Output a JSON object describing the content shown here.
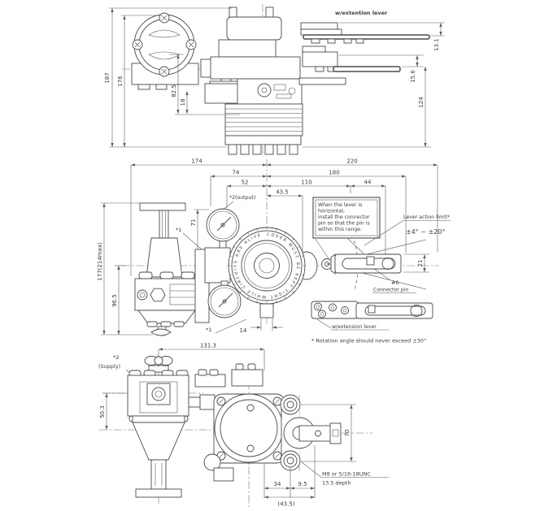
{
  "drawing": {
    "background": "#ffffff",
    "line_color": "#4a4a4a",
    "top_view": {
      "extension_label": "w/extention lever",
      "d187": "187",
      "d176": "176",
      "d82_5": "82.5",
      "d18": "18",
      "d13_1": "13.1",
      "d15_6": "15.6",
      "d124": "124"
    },
    "front_view": {
      "d174": "174",
      "d220": "220",
      "d74": "74",
      "d180": "180",
      "d52": "52",
      "d110": "110",
      "d44": "44",
      "d43_5": "43.5",
      "d71": "71",
      "d177": "177(214max)",
      "d96_5": "96.5",
      "d21": "21",
      "d14": "14",
      "output_label": "*2(output)",
      "star1_a": "*1",
      "star1_b": "*1",
      "note_line1": "When the lever is",
      "note_line2": "horizontal,",
      "note_line3": "install the connector",
      "note_line4": "pin so that the pin is",
      "note_line5": "within this range.",
      "lever_action_limit": "Lever action limit*",
      "lever_action_range": "±4° ~ ±20°",
      "pin_size": "#6",
      "pin_label": "Connector pin",
      "extension_label": "w/extension lever",
      "footnote": "* Rotation angle should never exceed ±30°",
      "ring_text": "COVER MUST BE KEPT TIGHT WHILE CIRCUITS ARE ALIVE"
    },
    "bottom_view": {
      "d131_3": "131.3",
      "d50_3": "50.3",
      "d70": "70",
      "d34": "34",
      "d9_5": "9.5",
      "d43_5_paren": "(43.5)",
      "supply_star": "*2",
      "supply_label": "(Supply)",
      "thread_label": "M8 or 5/16-18UNC",
      "depth_label": "13.5 depth"
    }
  }
}
